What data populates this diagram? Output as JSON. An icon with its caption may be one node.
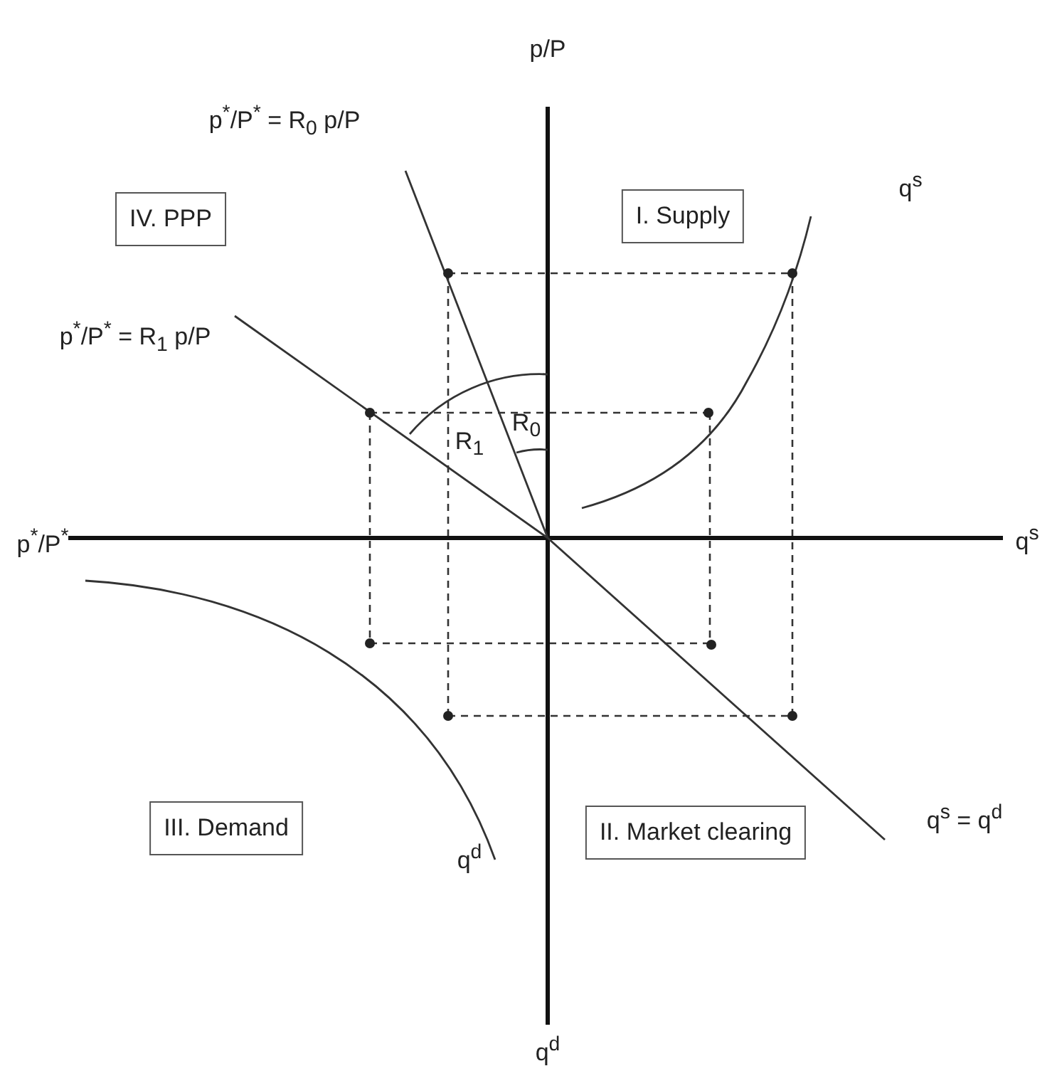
{
  "diagram": {
    "nodes": [
      {
        "text": [
          "IV. PPP"
        ]
      },
      {
        "text": [
          "I. Supply"
        ]
      },
      {
        "text": [
          "III. Demand"
        ]
      },
      {
        "text": [
          "II. Market clearing"
        ]
      }
    ],
    "labels": [
      "p/P",
      "p$^{*}$/P$^{*}$ = R$_{0}$ p/P",
      "q$^{s}$",
      "p$^{*}$/P$^{*}$ = R$_{1}$ p/P",
      "R$_{1}$",
      "R$_{0}$",
      "p$^{*}$/P$^{*}$",
      "q$^{s}$",
      "q$^{d}$",
      "q$^{s}$ = q$^{d}$",
      "q$^{d}$"
    ]
  }
}
